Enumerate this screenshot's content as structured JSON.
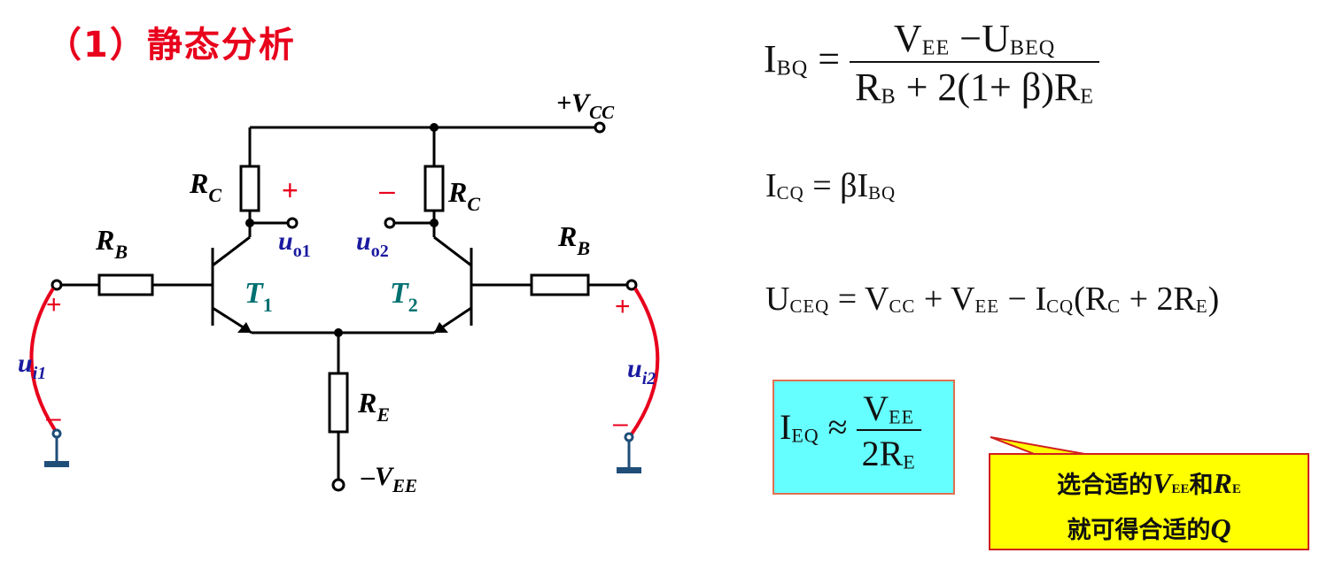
{
  "title": "（1）静态分析",
  "circuit": {
    "vcc": "+V",
    "vcc_sub": "CC",
    "vee": "–V",
    "vee_sub": "EE",
    "rc_left": "R",
    "rc_left_sub": "C",
    "rc_right": "R",
    "rc_right_sub": "C",
    "rb_left": "R",
    "rb_left_sub": "B",
    "rb_right": "R",
    "rb_right_sub": "B",
    "re": "R",
    "re_sub": "E",
    "t1": "T",
    "t1_sub": "1",
    "t2": "T",
    "t2_sub": "2",
    "uo1": "u",
    "uo1_sub": "o1",
    "uo2": "u",
    "uo2_sub": "o2",
    "ui1": "u",
    "ui1_sub": "i1",
    "ui2": "u",
    "ui2_sub": "i2",
    "plus": "+",
    "minus": "–"
  },
  "formulas": {
    "ibq_lhs": "I",
    "ibq_lhs_sub": "BQ",
    "ibq_num": "V",
    "ibq_num_sub": "EE",
    "ibq_num_minus": " −U",
    "ibq_num_sub2": "BEQ",
    "ibq_den_a": "R",
    "ibq_den_a_sub": "B",
    "ibq_den_b": " + 2(1+ β)R",
    "ibq_den_b_sub": "E",
    "icq_lhs": "I",
    "icq_lhs_sub": "CQ",
    "icq_rhs": " = βI",
    "icq_rhs_sub": "BQ",
    "uceq_lhs": "U",
    "uceq_lhs_sub": "CEQ",
    "uceq_a": " = V",
    "uceq_a_sub": "CC",
    "uceq_b": " + V",
    "uceq_b_sub": "EE",
    "uceq_c": " − I",
    "uceq_c_sub": "CQ",
    "uceq_d": "(R",
    "uceq_d_sub": "C",
    "uceq_e": " + 2R",
    "uceq_e_sub": "E",
    "uceq_f": ")",
    "ieq_lhs": "I",
    "ieq_lhs_sub": "EQ",
    "ieq_approx": " ≈ ",
    "ieq_num": "V",
    "ieq_num_sub": "EE",
    "ieq_den": "2R",
    "ieq_den_sub": "E"
  },
  "note": {
    "line1_a": "选合适的",
    "line1_v": "V",
    "line1_v_sub": "EE",
    "line1_b": "和",
    "line1_r": "R",
    "line1_r_sub": "E",
    "line2_a": "就可得合适的",
    "line2_q": "Q"
  },
  "colors": {
    "title": "#e8001c",
    "wire": "#000000",
    "label_dark": "#000000",
    "label_blue": "#1a1aa0",
    "label_teal": "#007070",
    "source_red": "#e8001c",
    "ground": "#1f4e79",
    "box_fill": "#66ffff",
    "note_fill": "#ffff00"
  }
}
